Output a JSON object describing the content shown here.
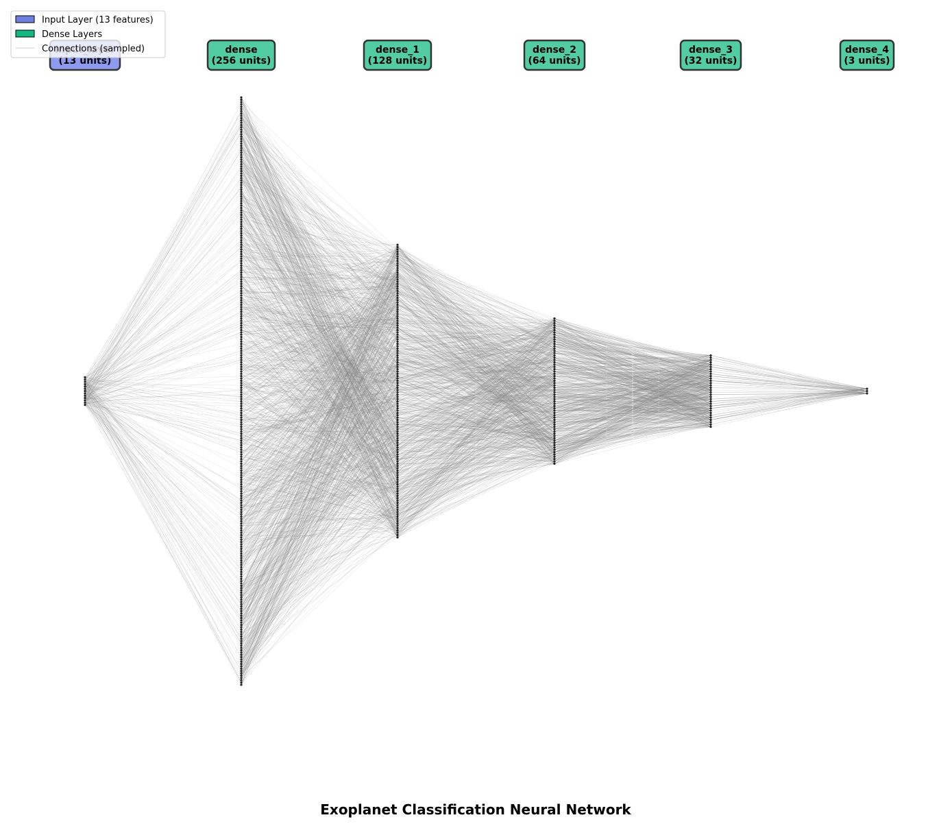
{
  "title": "Exoplanet Classification Neural Network",
  "legend": {
    "items": [
      {
        "label": "Input Layer (13 features)",
        "kind": "patch",
        "color": "#6f7fe0"
      },
      {
        "label": "Dense Layers",
        "kind": "patch",
        "color": "#13b981"
      },
      {
        "label": "Connections (sampled)",
        "kind": "line",
        "color": "#cccccc"
      }
    ]
  },
  "layers": [
    {
      "name": "input_layer",
      "units_label": "(13 units)",
      "units": 13,
      "type": "input"
    },
    {
      "name": "dense",
      "units_label": "(256 units)",
      "units": 256,
      "type": "dense"
    },
    {
      "name": "dense_1",
      "units_label": "(128 units)",
      "units": 128,
      "type": "dense"
    },
    {
      "name": "dense_2",
      "units_label": "(64 units)",
      "units": 64,
      "type": "dense"
    },
    {
      "name": "dense_3",
      "units_label": "(32 units)",
      "units": 32,
      "type": "dense"
    },
    {
      "name": "dense_4",
      "units_label": "(3 units)",
      "units": 3,
      "type": "dense"
    }
  ],
  "colors": {
    "input_box": "#8e9af0",
    "dense_box": "#52cda3",
    "node": "#222222",
    "connection": "#808080"
  }
}
